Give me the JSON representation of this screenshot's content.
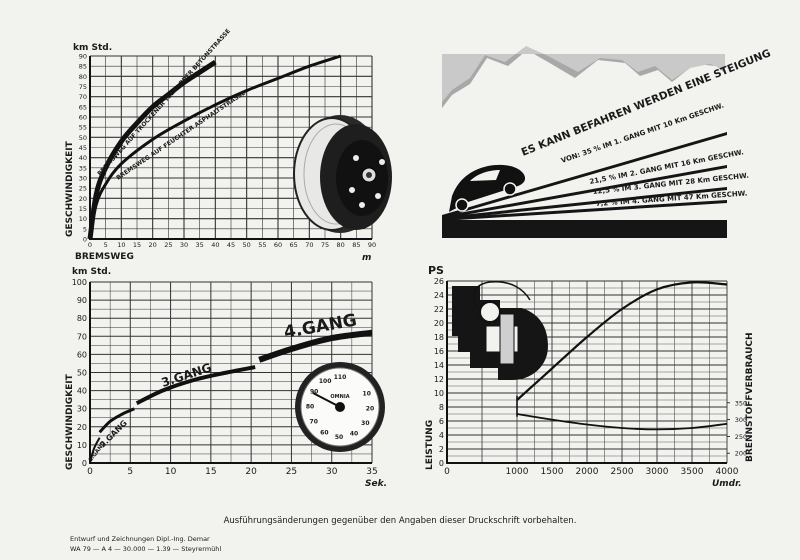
{
  "charts": {
    "braking": {
      "y_unit": "km Std.",
      "ylabel": "GESCHWINDIGKEIT",
      "xlabel": "BREMSWEG",
      "x_unit": "m",
      "curve_dry": "BREMSWEG AUF TROCKENER TEER- ODER BETONSTRASSE",
      "curve_wet": "BREMSWEG AUF FEUCHTER ASPHALTSTRASSE"
    },
    "gears": {
      "y_unit": "km Std.",
      "ylabel": "GESCHWINDIGKEIT",
      "x_unit": "Sek.",
      "gear1": "1.GANG",
      "gear2": "2.GANG",
      "gear3": "3.GANG",
      "gear4": "4.GANG"
    },
    "power": {
      "y_unit": "PS",
      "ylabel": "LEISTUNG",
      "right_label": "BRENNSTOFFVERBRAUCH",
      "x_unit": "Umdr."
    }
  },
  "climb": {
    "title": "ES KANN BEFAHREN WERDEN EINE STEIGUNG",
    "lines": [
      "VON: 35 % IM 1. GANG MIT 10 Km GESCHW.",
      "21,5 % IM 2. GANG MIT 16 Km GESCHW.",
      "12,5 % IM 3. GANG MIT 28 Km GESCHW.",
      "7,2 % IM 4. GANG MIT 47 Km GESCHW."
    ]
  },
  "speedometer": {
    "ticks": [
      "110",
      "100",
      "90",
      "80",
      "70",
      "60",
      "50",
      "40",
      "30",
      "20",
      "10"
    ],
    "brand": "OMNIA"
  },
  "footer": "Ausführungsänderungen gegenüber den Angaben dieser Druckschrift vorbehalten.",
  "imprint": {
    "line1": "Entwurf und Zeichnungen Dipl.-Ing. Demar",
    "line2": "WA 79 — A 4 — 30.000 — 1.39 — Steyrermühl"
  },
  "chart_data": [
    {
      "type": "line",
      "x_ticks": [
        0,
        5,
        10,
        15,
        20,
        25,
        30,
        35,
        40,
        45,
        50,
        55,
        60,
        65,
        70,
        75,
        80,
        85,
        90
      ],
      "y_ticks": [
        0,
        5,
        10,
        15,
        20,
        25,
        30,
        35,
        40,
        45,
        50,
        55,
        60,
        65,
        70,
        75,
        80,
        85,
        90
      ],
      "xlim": [
        0,
        90
      ],
      "ylim": [
        0,
        90
      ],
      "grid": true,
      "series": [
        {
          "name": "BREMSWEG AUF TROCKENER TEER- ODER BETONSTRASSE",
          "x": [
            0,
            2,
            5,
            10,
            15,
            20,
            25,
            30,
            35,
            40
          ],
          "y": [
            0,
            22,
            35,
            48,
            57,
            65,
            71,
            77,
            82,
            87
          ]
        },
        {
          "name": "BREMSWEG AUF FEUCHTER ASPHALTSTRASSE",
          "x": [
            0,
            2,
            5,
            10,
            20,
            30,
            40,
            50,
            60,
            70,
            80
          ],
          "y": [
            0,
            17,
            27,
            37,
            49,
            58,
            66,
            73,
            79,
            85,
            90
          ]
        }
      ]
    },
    {
      "type": "line",
      "x_ticks": [
        0,
        5,
        10,
        15,
        20,
        25,
        30,
        35
      ],
      "y_ticks": [
        0,
        10,
        20,
        30,
        40,
        50,
        60,
        70,
        80,
        90,
        100
      ],
      "xlim": [
        0,
        35
      ],
      "ylim": [
        0,
        100
      ],
      "grid": true,
      "series": [
        {
          "name": "1.GANG",
          "x": [
            0,
            0.5,
            1.2
          ],
          "y": [
            0,
            8,
            14
          ]
        },
        {
          "name": "2.GANG",
          "x": [
            1.2,
            2.5,
            4,
            5.5
          ],
          "y": [
            17,
            23,
            27,
            30
          ]
        },
        {
          "name": "3.GANG",
          "x": [
            5.8,
            9,
            13,
            17,
            20.5
          ],
          "y": [
            33,
            40,
            46,
            50,
            53
          ]
        },
        {
          "name": "4.GANG",
          "x": [
            21,
            25,
            30,
            35
          ],
          "y": [
            57,
            63,
            69,
            72
          ]
        }
      ]
    },
    {
      "type": "line",
      "x_ticks": [
        0,
        1000,
        1500,
        2000,
        2500,
        3000,
        3500,
        4000
      ],
      "y_ticks": [
        0,
        2,
        4,
        6,
        8,
        10,
        12,
        14,
        16,
        18,
        20,
        22,
        24,
        26
      ],
      "y2_ticks": [
        200,
        250,
        300,
        350
      ],
      "xlim": [
        0,
        4000
      ],
      "ylim": [
        0,
        26
      ],
      "grid": true,
      "series": [
        {
          "x": [
            1000,
            1500,
            2000,
            2500,
            3000,
            3500,
            4000
          ],
          "y": [
            9,
            13.5,
            18,
            22,
            24.8,
            25.8,
            25.5
          ]
        },
        {
          "x": [
            1000,
            1500,
            2000,
            2500,
            3000,
            3500,
            4000
          ],
          "y": [
            7,
            6.2,
            5.5,
            5.0,
            4.8,
            5.0,
            5.6
          ]
        }
      ]
    }
  ]
}
